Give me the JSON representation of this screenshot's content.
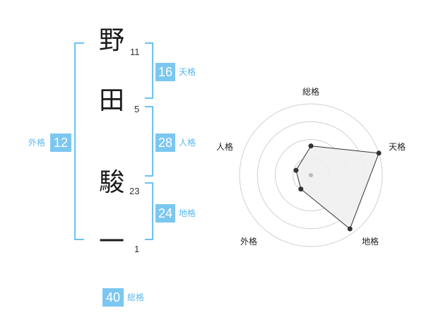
{
  "name": {
    "chars": [
      {
        "char": "野",
        "strokes": "11"
      },
      {
        "char": "田",
        "strokes": "5"
      },
      {
        "char": "駿",
        "strokes": "23"
      },
      {
        "char": "一",
        "strokes": "1"
      }
    ]
  },
  "fortunes": {
    "tenkaku": {
      "value": "16",
      "label": "天格"
    },
    "jinkaku": {
      "value": "28",
      "label": "人格"
    },
    "chikaku": {
      "value": "24",
      "label": "地格"
    },
    "gaikaku": {
      "value": "12",
      "label": "外格"
    },
    "soukaku": {
      "value": "40",
      "label": "総格"
    }
  },
  "radar": {
    "axes": [
      "総格",
      "天格",
      "地格",
      "外格",
      "人格"
    ],
    "values": [
      0.41,
      1.0,
      0.93,
      0.24,
      0.22
    ],
    "colors": {
      "ring": "#cfcfcf",
      "fill": "#efefef",
      "line": "#333333",
      "center": "#bbbbbb"
    }
  }
}
